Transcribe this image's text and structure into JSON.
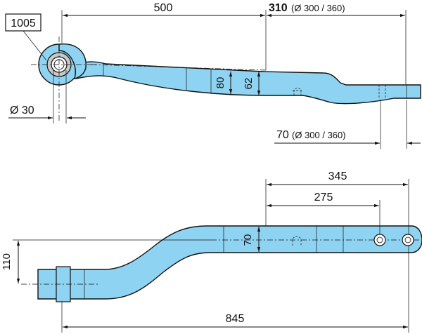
{
  "part_number": "1005",
  "colors": {
    "part_fill": "#8fd3f2",
    "stroke": "#111111",
    "background": "#ffffff"
  },
  "top_view": {
    "dim_length": "500",
    "dim_center": "310",
    "dim_center_note": "(Ø 300 / 360)",
    "dim_height_outer": "62",
    "dim_height_inner": "80",
    "dim_eye": "Ø 30",
    "dim_end": "70",
    "dim_end_note": "(Ø 300 / 360)"
  },
  "bottom_view": {
    "dim_345": "345",
    "dim_275": "275",
    "dim_width": "70",
    "dim_offset": "110",
    "dim_total": "845"
  }
}
